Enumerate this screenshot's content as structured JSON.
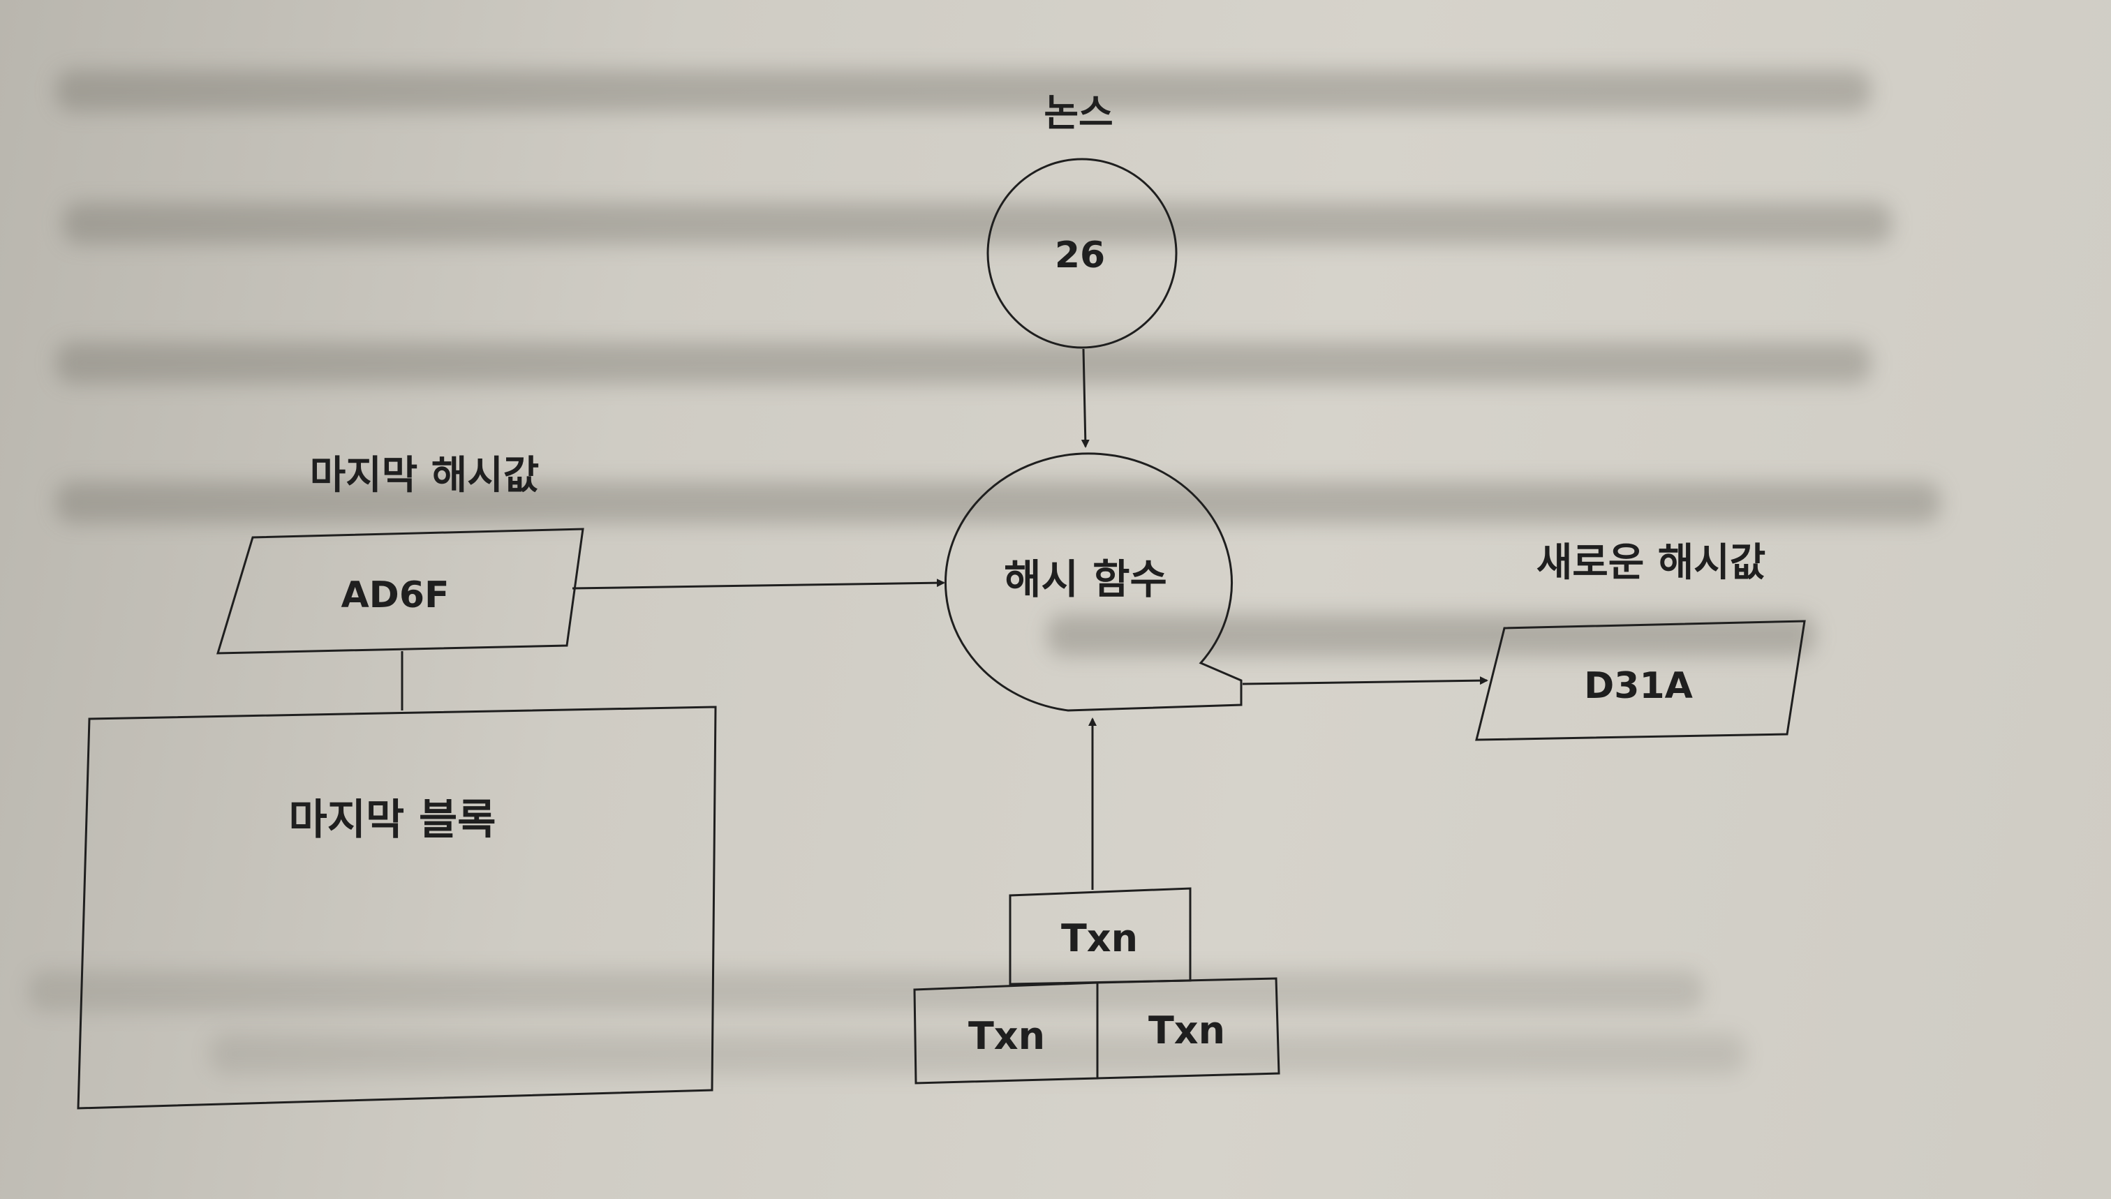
{
  "diagram": {
    "nonce": {
      "label": "논스",
      "value": "26"
    },
    "last_hash": {
      "label": "마지막 해시값",
      "value": "AD6F"
    },
    "last_block": {
      "label": "마지막 블록"
    },
    "hash_function": {
      "label": "해시 함수"
    },
    "new_hash": {
      "label": "새로운 해시값",
      "value": "D31A"
    },
    "transactions": [
      "Txn",
      "Txn",
      "Txn"
    ]
  },
  "colors": {
    "paper": "#d3d0c8",
    "ink": "#1f1f1f"
  }
}
